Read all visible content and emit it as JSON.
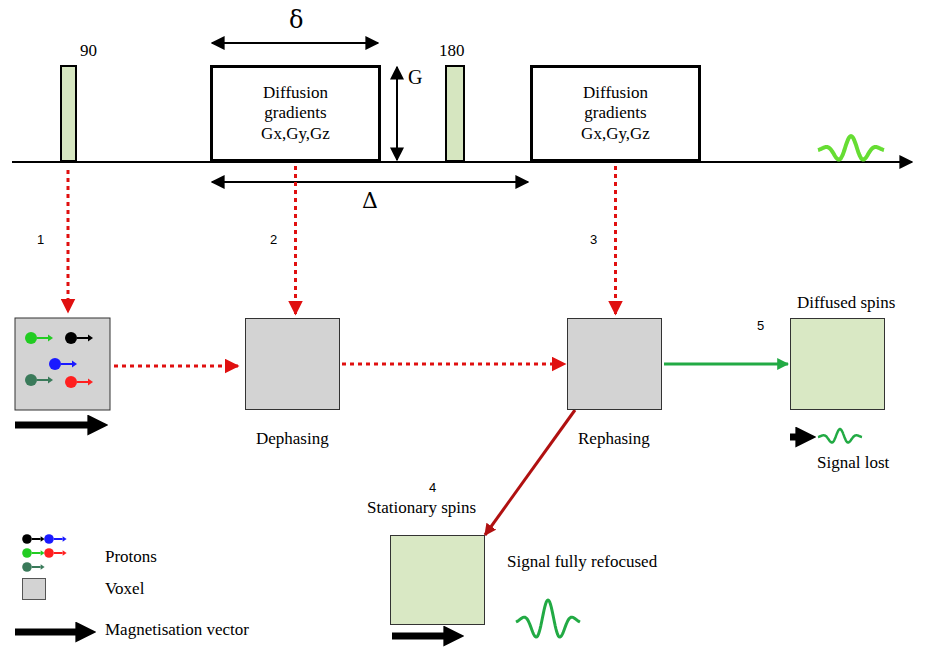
{
  "diagram": {
    "nodes": [
      {
        "text": [
          "90"
        ]
      },
      {
        "text": [
          "Diffusion gradients Gx,Gy,Gz"
        ]
      },
      {
        "text": [
          "180"
        ]
      },
      {
        "text": [
          "Diffusion gradients Gx,Gy,Gz"
        ]
      },
      {
        "text": [
          "Dephasing"
        ]
      },
      {
        "text": [
          "Rephasing"
        ]
      },
      {
        "text": [
          "Diffused spins",
          "Signal lost"
        ]
      },
      {
        "text": [
          "Stationary spins",
          "Signal fully refocused"
        ]
      }
    ],
    "edges": [
      {
        "from": 1,
        "to": 4,
        "arrow": "to"
      },
      {
        "from": 3,
        "to": 5,
        "arrow": "to"
      },
      {
        "from": 4,
        "to": 5,
        "arrow": "to"
      },
      {
        "from": 5,
        "to": 7,
        "arrow": "to"
      },
      {
        "from": 5,
        "to": 6,
        "arrow": "to"
      }
    ],
    "labels": [
      "δ",
      "G",
      "Δ",
      "1",
      "2",
      "3",
      "4",
      "5"
    ],
    "legend": [
      {
        "text": "Protons"
      },
      {
        "text": "Voxel",
        "color": "#d3d3d3"
      },
      {
        "text": "Magnetisation vector"
      }
    ]
  }
}
